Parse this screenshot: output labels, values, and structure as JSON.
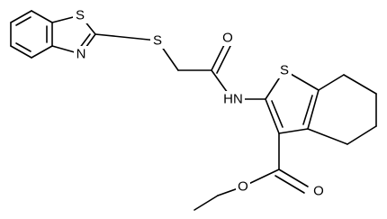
{
  "molecule": {
    "atoms": {
      "s_benzothiazole": "S",
      "n_benzothiazole": "N",
      "s_thioether": "S",
      "o_amide": "O",
      "nh_amide": "HN",
      "s_thiophene": "S",
      "o_ester_carbonyl": "O",
      "o_ester_ether": "O"
    }
  }
}
